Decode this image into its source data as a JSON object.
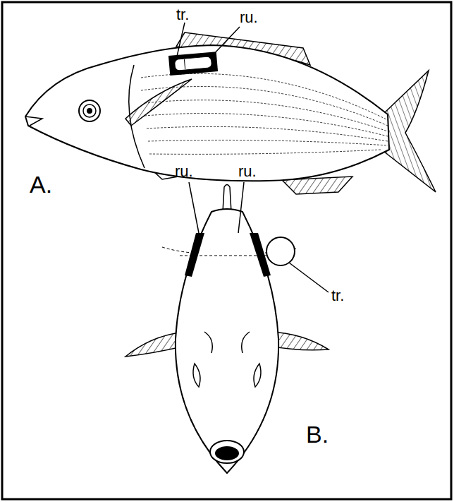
{
  "diagram": {
    "labels": [
      "tr.",
      "ru.",
      "A.",
      "ru.",
      "ru.",
      "tr.",
      "B."
    ]
  }
}
